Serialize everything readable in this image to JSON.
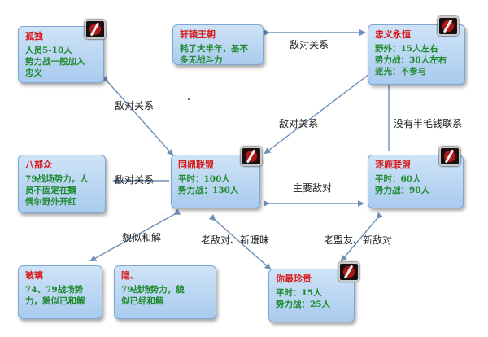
{
  "nodes": {
    "gudu": {
      "title": "孤独",
      "lines": [
        "人员5-10人",
        "势力战一般加入",
        "忠义"
      ]
    },
    "xuanyuan": {
      "title": "轩辕王朝",
      "lines": [
        "耗了大半年，基不",
        "多无战斗力"
      ]
    },
    "zhongyi": {
      "title": "忠义永恒",
      "lines": [
        "野外：15人左右",
        "势力战：30人左右",
        "逐光：不参与"
      ]
    },
    "babuzhong": {
      "title": "八部众",
      "lines": [
        "79战场势力，人",
        "员不固定在魏",
        "偶尔野外开红"
      ]
    },
    "tongding": {
      "title": "同鼎联盟",
      "lines": [
        "平时：100人",
        "势力战：130人"
      ]
    },
    "zhulu": {
      "title": "逐鹿联盟",
      "lines": [
        "平时：60人",
        "势力战：90人"
      ]
    },
    "boli": {
      "title": "玻璃",
      "lines": [
        "74、79战场势",
        "力，貌似已和解"
      ]
    },
    "yin": {
      "title": "隐、",
      "lines": [
        "79战场势力，貌",
        "似已经和解"
      ]
    },
    "nizuizhen": {
      "title": "你最珍贵",
      "lines": [
        "平时：15人",
        "势力战：25人"
      ]
    }
  },
  "edges": {
    "xuanyuan_zhongyi": "敌对关系",
    "gudu_tongding": "敌对关系",
    "zhongyi_tongding": "敌对关系",
    "zhongyi_zhulu": "没有半毛钱联系",
    "babuzhong_tongding": "敌对关系",
    "tongding_zhulu": "主要敌对",
    "tongding_boli": "貌似和解",
    "tongding_nizuizhen": "老敌对、新暧昧",
    "zhulu_nizuizhen": "老盟友、新敌对"
  },
  "icons": {
    "battle": "zhan-battle-icon"
  },
  "colors": {
    "node_title": "#d81b1b",
    "node_text": "#1e8a2e",
    "node_fill": "#b7d3f1",
    "node_border": "#7ea7d4",
    "arrow": "#6f8fb7"
  }
}
